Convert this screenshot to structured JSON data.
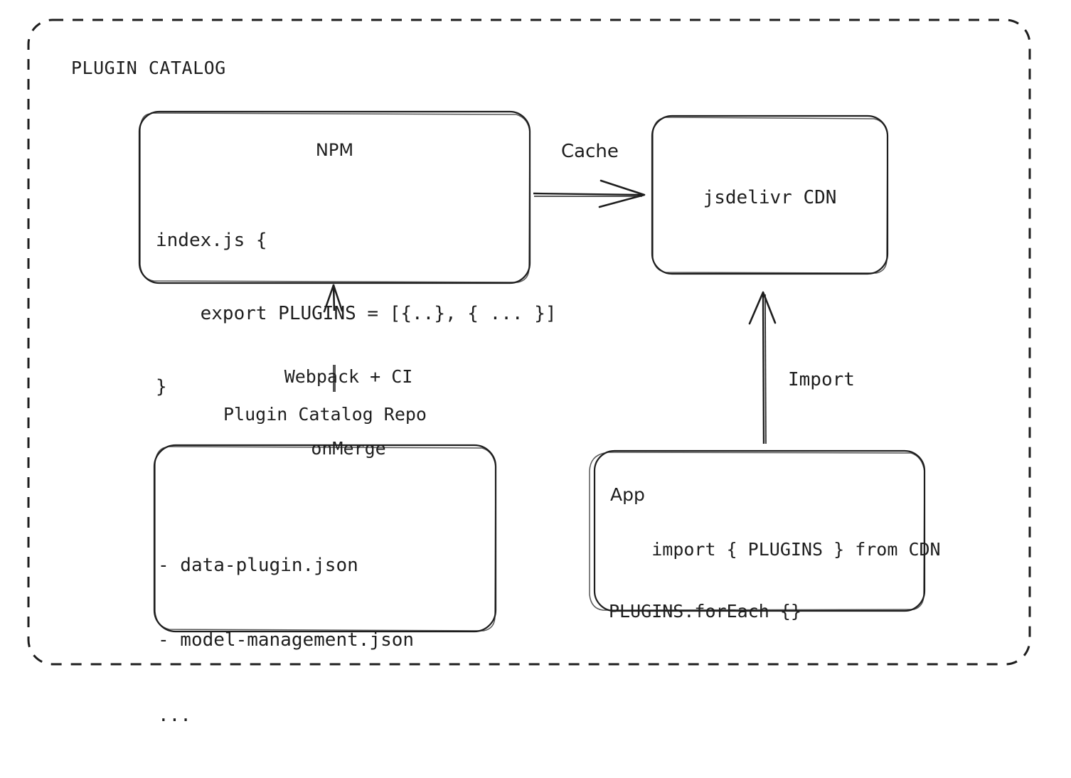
{
  "diagram": {
    "type": "architecture-flow",
    "style": "hand-drawn",
    "background": "#ffffff",
    "stroke_color": "#1e1e1e",
    "container": {
      "title": "PLUGIN CATALOG",
      "border": "dashed"
    },
    "nodes": {
      "npm": {
        "title": "NPM",
        "code_lines": [
          "index.js {",
          "    export PLUGINS = [{..}, { ... }]",
          "}"
        ]
      },
      "cdn": {
        "title": "jsdelivr CDN"
      },
      "repo": {
        "caption": "Plugin Catalog Repo",
        "lines": [
          "- data-plugin.json",
          "- model-management.json",
          "..."
        ]
      },
      "app": {
        "title": "App",
        "code_line_1": "import { PLUGINS } from CDN",
        "code_line_2": "PLUGINS.forEach {}"
      }
    },
    "edges": {
      "cache": {
        "label": "Cache",
        "from": "npm",
        "to": "cdn",
        "direction": "right"
      },
      "build": {
        "label_line_1": "Webpack + CI",
        "label_line_2": "onMerge",
        "from": "repo",
        "to": "npm",
        "direction": "up"
      },
      "import": {
        "label": "Import",
        "from": "app",
        "to": "cdn",
        "direction": "up"
      }
    }
  }
}
